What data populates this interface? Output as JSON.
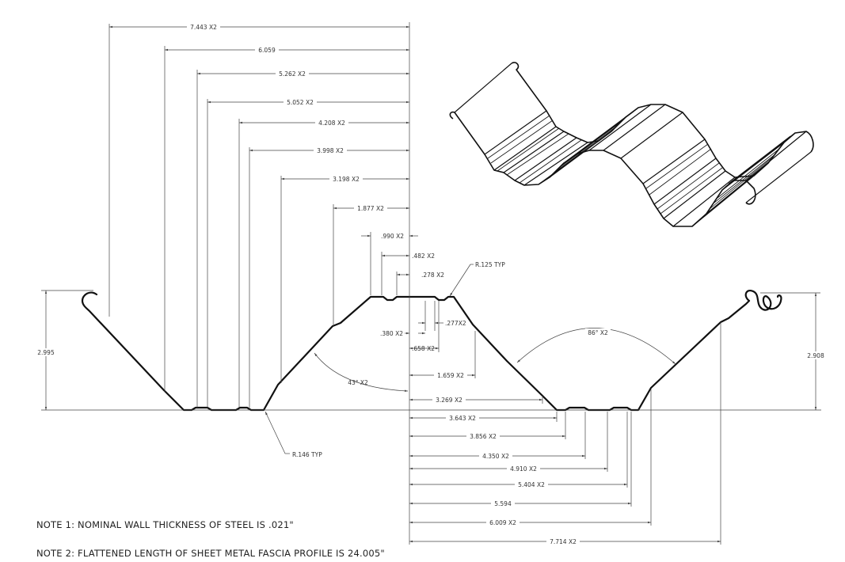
{
  "top_dimensions": [
    {
      "label": "7.443 X2"
    },
    {
      "label": "6.059"
    },
    {
      "label": "5.262 X2"
    },
    {
      "label": "5.052 X2"
    },
    {
      "label": "4.208 X2"
    },
    {
      "label": "3.998 X2"
    },
    {
      "label": "3.198 X2"
    },
    {
      "label": "1.877 X2"
    },
    {
      "label": ".990 X2"
    },
    {
      "label": ".482 X2"
    },
    {
      "label": ".278 X2"
    }
  ],
  "bottom_dimensions": [
    {
      "label": "3.269 X2"
    },
    {
      "label": "3.643 X2"
    },
    {
      "label": "3.856 X2"
    },
    {
      "label": "4.350 X2"
    },
    {
      "label": "4.910 X2"
    },
    {
      "label": "5.404 X2"
    },
    {
      "label": "5.594"
    },
    {
      "label": "6.009 X2"
    },
    {
      "label": "7.714 X2"
    }
  ],
  "small_dimensions": {
    "d380": ".380 X2",
    "d277": ".277X2",
    "d658": ".658 X2",
    "d1659": "1.659 X2"
  },
  "heights": {
    "left": "2.995",
    "right": "2.908"
  },
  "angles": {
    "a43": "43° X2",
    "a86": "86° X2"
  },
  "callouts": {
    "r125": "R.125 TYP",
    "r146": "R.146 TYP"
  },
  "notes": {
    "note1": "NOTE 1: NOMINAL WALL THICKNESS OF STEEL IS .021\"",
    "note2": "NOTE 2: FLATTENED LENGTH OF SHEET METAL FASCIA PROFILE IS 24.005\""
  }
}
